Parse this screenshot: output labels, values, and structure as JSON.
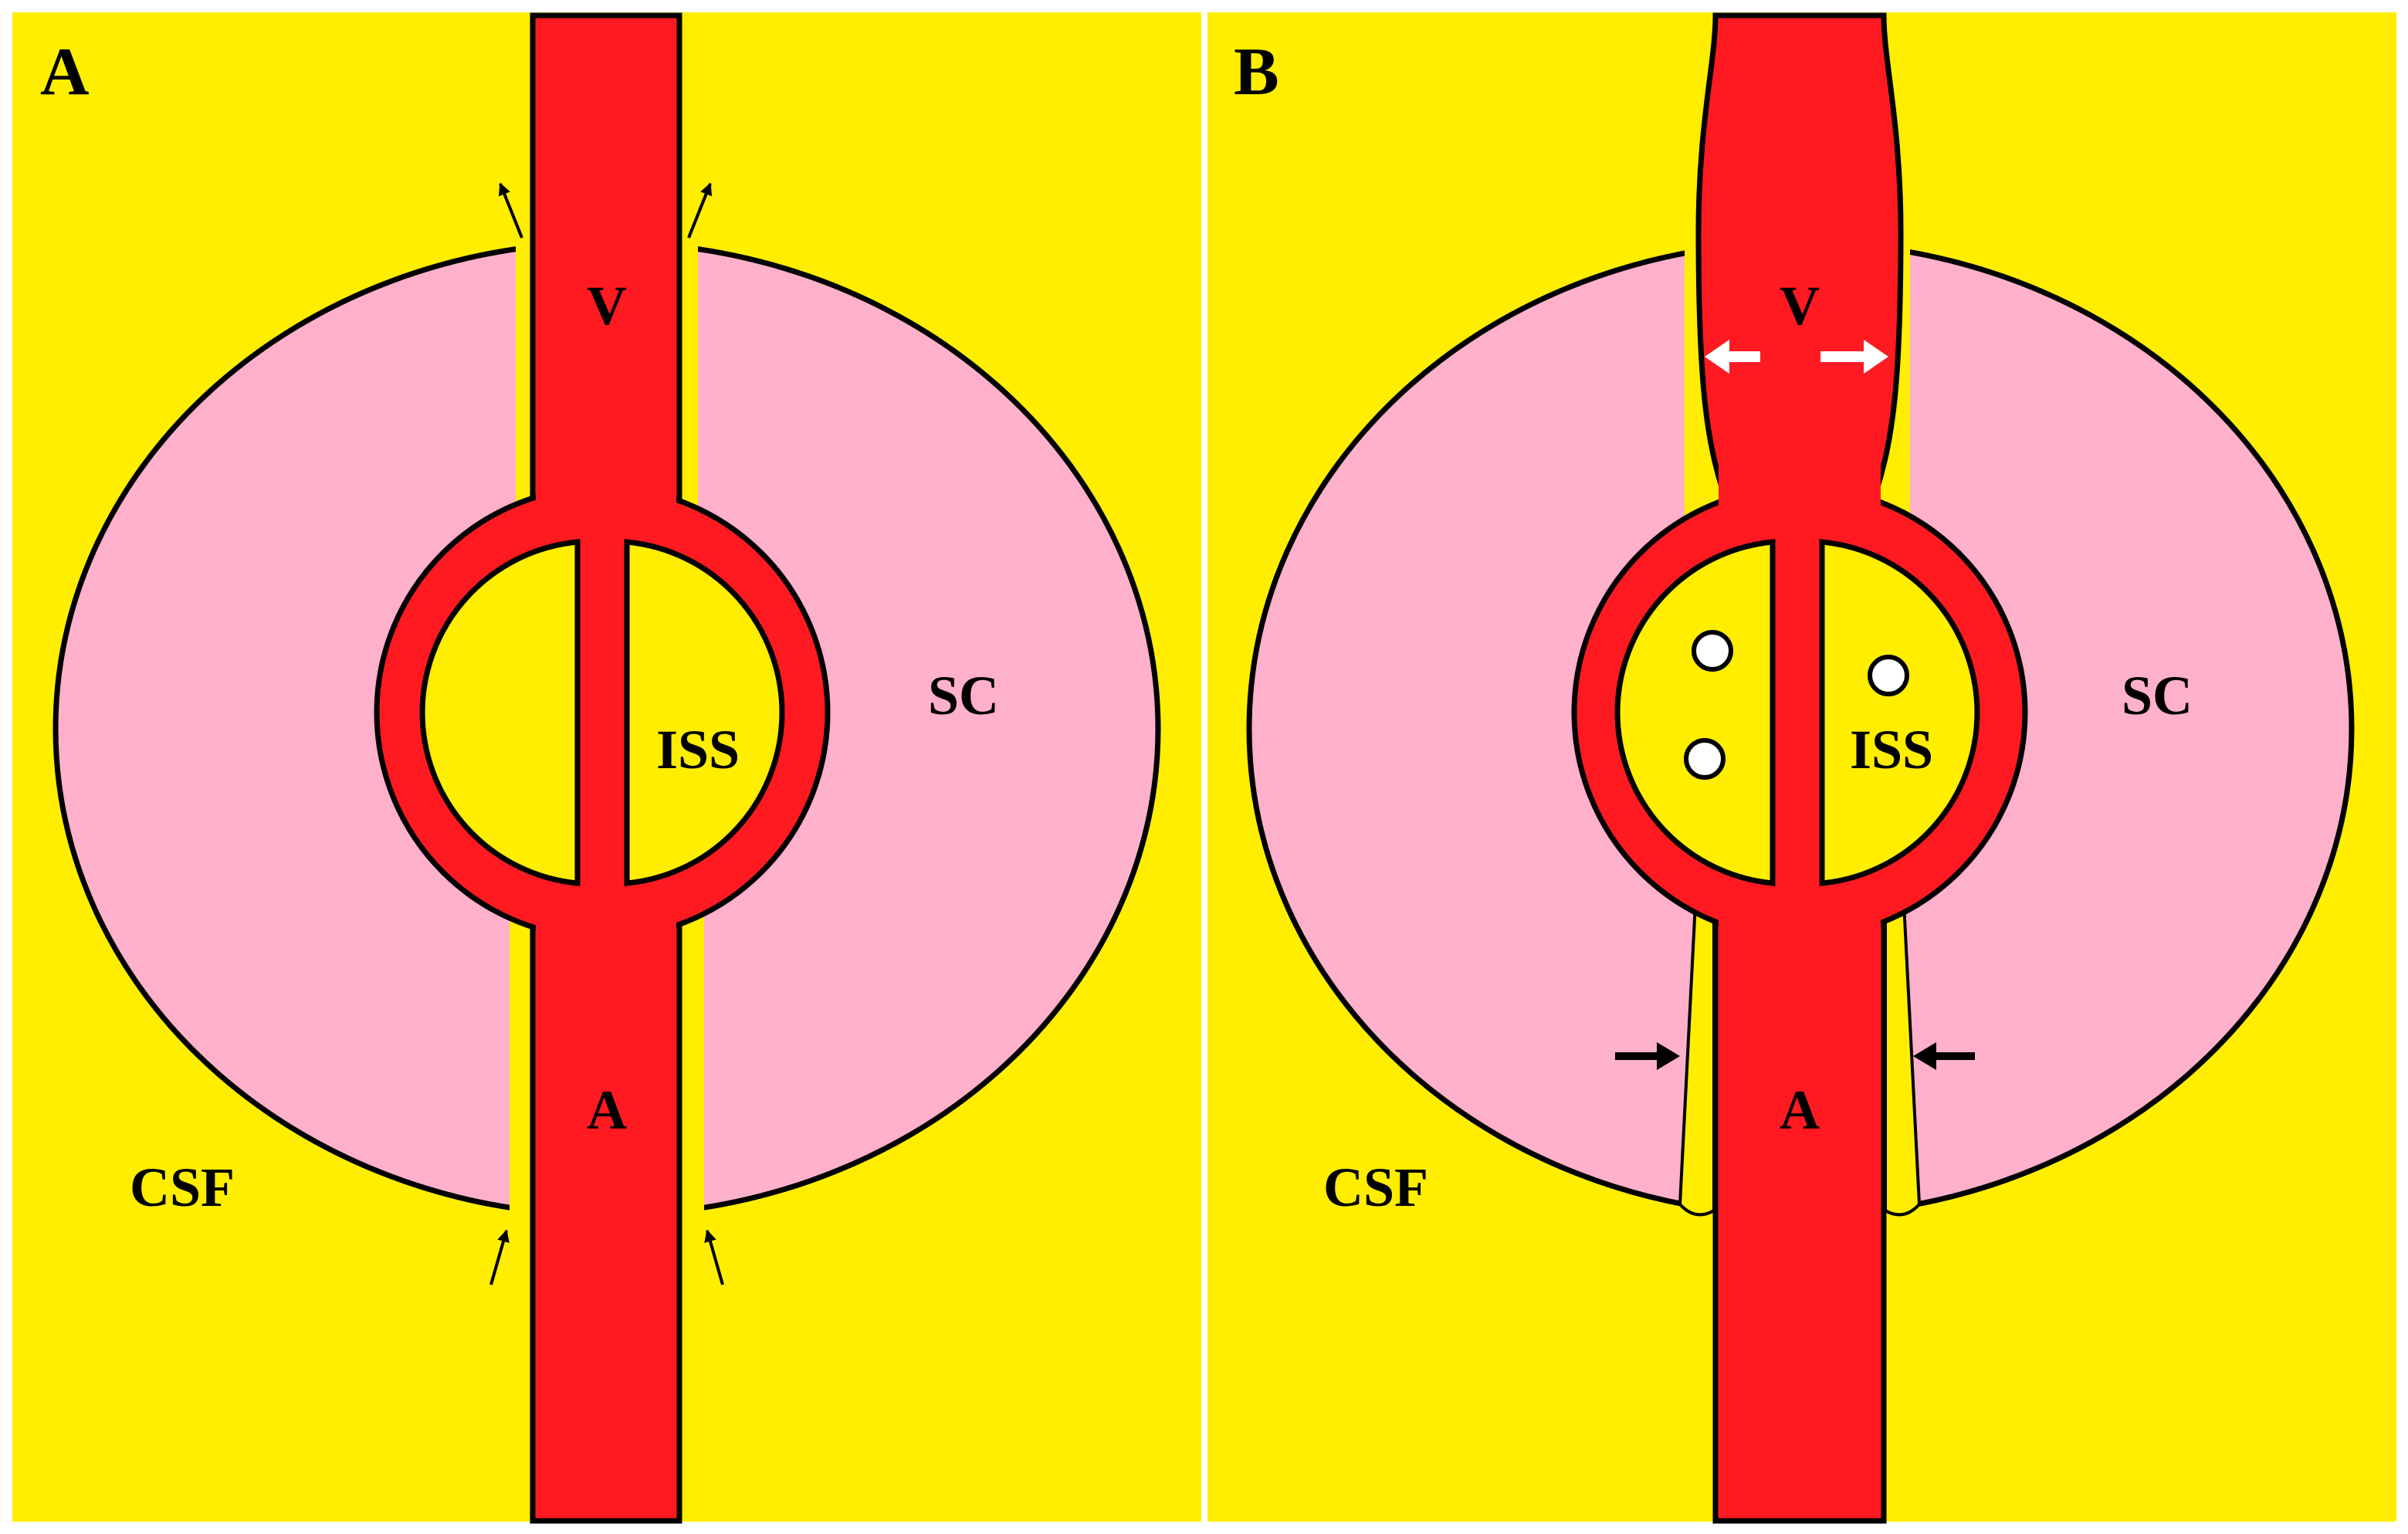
{
  "colors": {
    "csf": "#FFEE00",
    "spinal_cord": "#FFB0CA",
    "vessel": "#FF1A22",
    "outline": "#000000",
    "background": "#FFFFFF",
    "dilation_arrow": "#FFFFFF",
    "flow_arrow": "#000000"
  },
  "panels": [
    {
      "id": "A",
      "labels": {
        "panel": "A",
        "vein": "V",
        "artery": "A",
        "iss": "ISS",
        "sc": "SC",
        "csf": "CSF"
      },
      "icons": [
        "perivascular-outflow-arrow-icon",
        "perivascular-inflow-arrow-icon"
      ]
    },
    {
      "id": "B",
      "labels": {
        "panel": "B",
        "vein": "V",
        "artery": "A",
        "iss": "ISS",
        "sc": "SC",
        "csf": "CSF"
      },
      "icons": [
        "vein-dilation-arrow-icon",
        "artery-compression-arrow-icon",
        "iss-cell-circle-icon"
      ]
    }
  ]
}
